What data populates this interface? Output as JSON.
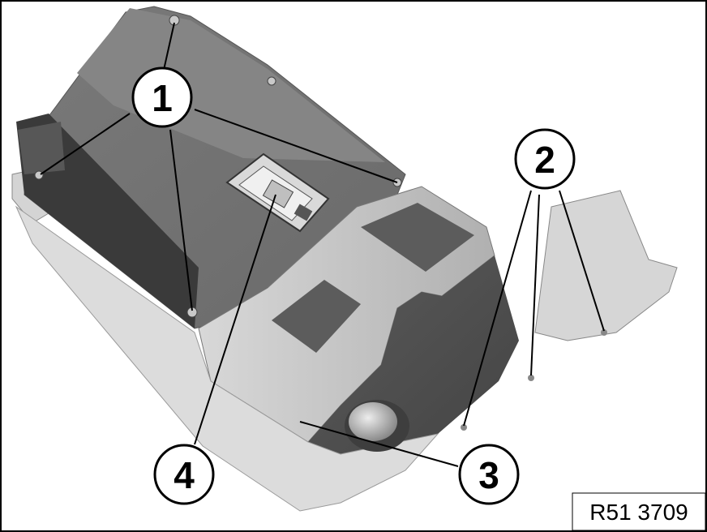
{
  "callouts": {
    "c1": "1",
    "c2": "2",
    "c3": "3",
    "c4": "4"
  },
  "reference_code": "R51 3709"
}
